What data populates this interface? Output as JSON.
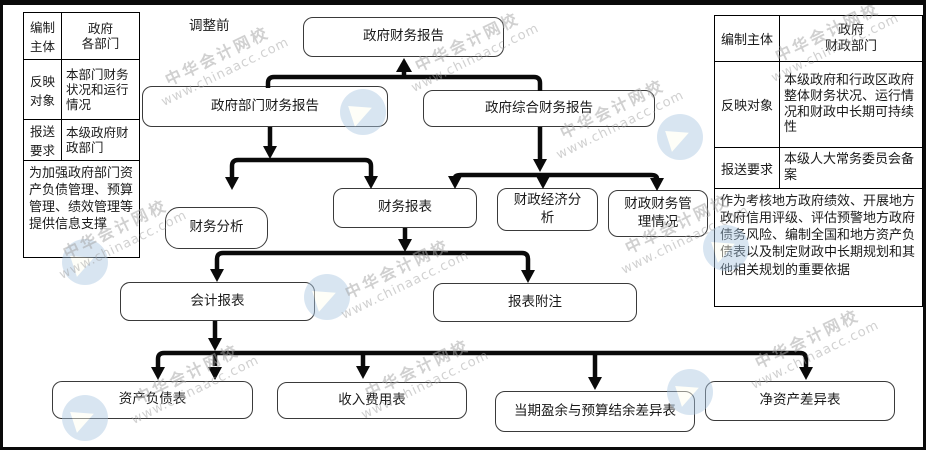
{
  "page": {
    "annotation": "调整前"
  },
  "watermark": {
    "line1": "中华会计网校",
    "line2": "www.chinaacc.com"
  },
  "left_table": {
    "rows": [
      {
        "label": "编制\n主体",
        "value": "政府\n各部门"
      },
      {
        "label": "反映\n对象",
        "value": "本部门财务状况和运行情况"
      },
      {
        "label": "报送\n要求",
        "value": "本级政府财政部门"
      }
    ],
    "footer": "为加强政府部门资产负债管理、预算管理、绩效管理等提供信息支撑"
  },
  "right_table": {
    "rows": [
      {
        "label": "编制主体",
        "value": "政府\n财政部门"
      },
      {
        "label": "反映对象",
        "value": "本级政府和行政区政府整体财务状况、运行情况和财政中长期可持续性"
      },
      {
        "label": "报送要求",
        "value": "本级人大常务委员会备案"
      }
    ],
    "footer": "作为考核地方政府绩效、开展地方政府信用评级、评估预警地方政府债务风险、编制全国和地方资产负债表以及制定财政中长期规划和其他相关规划的重要依据"
  },
  "flowchart": {
    "nodes": {
      "root": "政府财务报告",
      "dept_report": "政府部门财务报告",
      "comprehensive_report": "政府综合财务报告",
      "financial_analysis": "财务分析",
      "financial_statements": "财务报表",
      "fiscal_economic_analysis": "财政经济分析",
      "fiscal_financial_management": "财政财务管理情况",
      "accounting_statements": "会计报表",
      "statement_notes": "报表附注",
      "balance_sheet": "资产负债表",
      "revenue_expense_statement": "收入费用表",
      "surplus_budget_difference": "当期盈余与预算结余差异表",
      "net_assets_difference": "净资产差异表"
    }
  }
}
